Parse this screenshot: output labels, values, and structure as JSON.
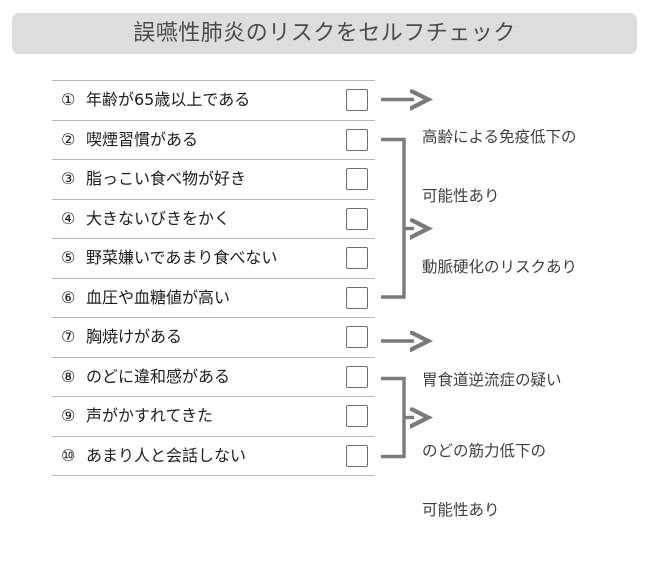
{
  "header": {
    "title": "誤嚥性肺炎のリスクをセルフチェック"
  },
  "checklist": {
    "rows": [
      {
        "number": "①",
        "label": "年齢が65歳以上である",
        "checkbox": "unchecked"
      },
      {
        "number": "②",
        "label": "喫煙習慣がある",
        "checkbox": "unchecked"
      },
      {
        "number": "③",
        "label": "脂っこい食べ物が好き",
        "checkbox": "unchecked"
      },
      {
        "number": "④",
        "label": "大きないびきをかく",
        "checkbox": "unchecked"
      },
      {
        "number": "⑤",
        "label": "野菜嫌いであまり食べない",
        "checkbox": "unchecked"
      },
      {
        "number": "⑥",
        "label": "血圧や血糖値が高い",
        "checkbox": "unchecked"
      },
      {
        "number": "⑦",
        "label": "胸焼けがある",
        "checkbox": "unchecked"
      },
      {
        "number": "⑧",
        "label": "のどに違和感がある",
        "checkbox": "unchecked"
      },
      {
        "number": "⑨",
        "label": "声がかすれてきた",
        "checkbox": "unchecked"
      },
      {
        "number": "⑩",
        "label": "あまり人と会話しない",
        "checkbox": "unchecked"
      }
    ]
  },
  "annotations": [
    {
      "id": "aging-immunity",
      "connector": "single-arrow",
      "covers_rows": [
        1
      ],
      "line1": "高齢による免疫低下の",
      "line2": "可能性あり"
    },
    {
      "id": "arteriosclerosis",
      "connector": "bracket-arrow",
      "covers_rows": [
        2,
        3,
        4,
        5,
        6
      ],
      "line1": "動脈硬化のリスクあり",
      "line2": ""
    },
    {
      "id": "gerd",
      "connector": "single-arrow",
      "covers_rows": [
        7
      ],
      "line1": "胃食道逆流症の疑い",
      "line2": ""
    },
    {
      "id": "throat-muscle-decline",
      "connector": "bracket-arrow",
      "covers_rows": [
        8,
        9,
        10
      ],
      "line1": "のどの筋力低下の",
      "line2": "可能性あり"
    }
  ],
  "colors": {
    "header_bg": "#dcdddf",
    "header_text": "#4b4b4b",
    "row_text": "#1d1d1d",
    "row_rule": "#b9b9b9",
    "checkbox_border": "#6e6e6e",
    "connector": "#7a7a7a",
    "annotation_text": "#3f3f3f",
    "page_bg": "#ffffff"
  }
}
